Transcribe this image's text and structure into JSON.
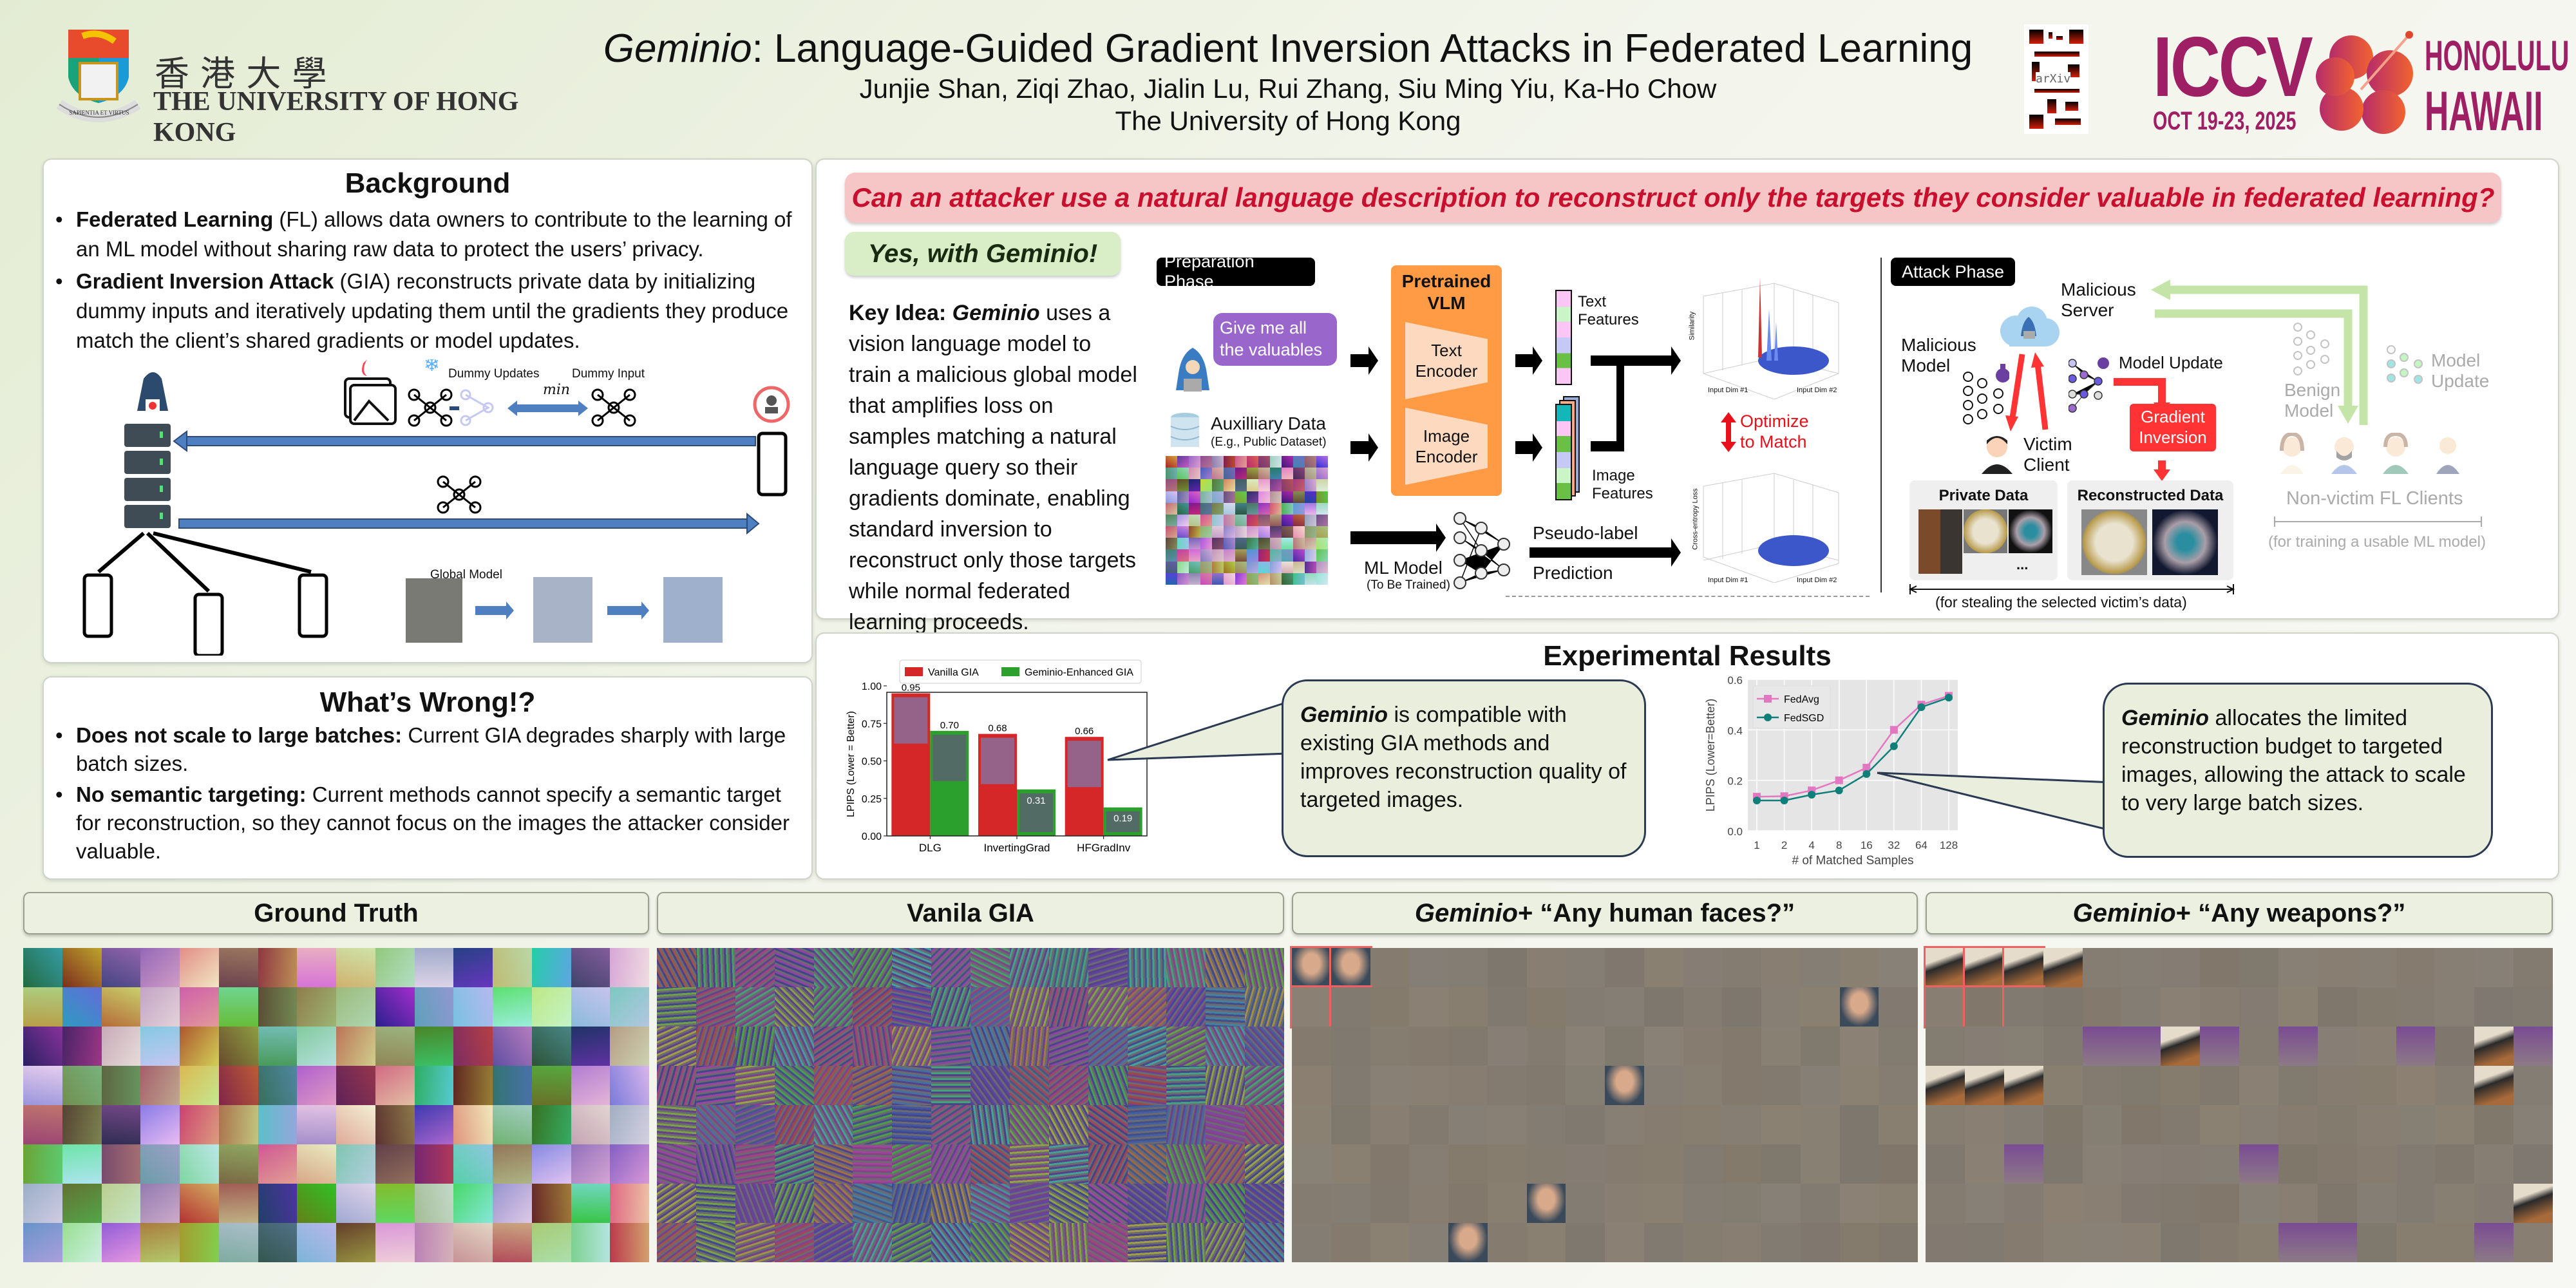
{
  "header": {
    "university_cn": "香 港 大 學",
    "university_en": "THE UNIVERSITY OF HONG KONG",
    "crest_motto": "SAPIENTIA ET VIRTUS",
    "title_italic": "Geminio",
    "title_rest": ": Language-Guided Gradient Inversion Attacks in Federated Learning",
    "authors": "Junjie Shan, Ziqi Zhao, Jialin Lu, Rui Zhang, Siu Ming Yiu, Ka-Ho Chow",
    "affiliation": "The University of Hong Kong",
    "qr_label": "arXiv",
    "conf_name": "ICCV",
    "conf_dates": "OCT 19-23, 2025",
    "conf_city": "HONOLULU",
    "conf_state": "HAWAII"
  },
  "background": {
    "title": "Background",
    "bullets": [
      {
        "bold": "Federated Learning",
        "text": " (FL) allows data owners to contribute to the learning of an ML model without sharing raw data to protect the users’ privacy."
      },
      {
        "bold": "Gradient Inversion Attack",
        "text": " (GIA) reconstructs private data by initializing dummy inputs and iteratively updating them until the gradients they produce match the client’s shared gradients or model updates."
      }
    ],
    "diagram": {
      "dummy_updates": "Dummy Updates",
      "dummy_input": "Dummy Input",
      "min": "min",
      "global_model": "Global Model"
    }
  },
  "wrong": {
    "title": "What’s Wrong!?",
    "bullets": [
      {
        "bold": "Does not scale to large batches:",
        "text": " Current GIA degrades sharply with large batch sizes."
      },
      {
        "bold": "No semantic targeting:",
        "text": " Current methods cannot specify a semantic target for reconstruction, so they cannot focus on the images the attacker consider valuable."
      }
    ]
  },
  "method": {
    "question": "Can an attacker use a natural language description to reconstruct only the targets they consider valuable in federated learning?",
    "answer": "Yes, with Geminio!",
    "key_idea_label": "Key Idea:",
    "key_idea_italic": "Geminio",
    "key_idea_text": " uses a vision language model to train a malicious global model that amplifies loss on samples matching a natural language query so their gradients dominate, enabling standard inversion to reconstruct only those targets while normal federated learning proceeds.",
    "prep": {
      "phase": "Preparation Phase",
      "query": "Give me all the valuables",
      "vlm": "Pretrained VLM",
      "text_encoder": "Text Encoder",
      "image_encoder": "Image Encoder",
      "text_features": "Text Features",
      "image_features": "Image Features",
      "aux_data": "Auxilliary Data",
      "aux_sub": "(E.g., Public Dataset)",
      "ml_model": "ML Model",
      "ml_sub": "(To Be Trained)",
      "pseudo_label": "Pseudo-label",
      "prediction": "Prediction",
      "optimize": "Optimize to Match",
      "sim_axis": "Similarity",
      "loss_axis": "Cross-entropy Loss",
      "dim1": "Input Dim #1",
      "dim2": "Input Dim #2"
    },
    "attack": {
      "phase": "Attack Phase",
      "server": "Malicious Server",
      "malicious_model": "Malicious Model",
      "model_update": "Model Update",
      "victim": "Victim Client",
      "gradient_inversion": "Gradient Inversion",
      "private_data": "Private Data",
      "reconstructed": "Reconstructed Data",
      "ellipsis": "...",
      "steal_caption": "(for stealing the selected victim’s data)",
      "benign_model": "Benign Model",
      "benign_update": "Model Update",
      "non_victim": "Non-victim FL Clients",
      "train_caption": "(for training a usable ML model)"
    }
  },
  "results": {
    "title": "Experimental Results",
    "callout1_italic": "Geminio",
    "callout1_text": " is compatible with existing GIA methods and improves reconstruction quality of targeted images.",
    "callout2_italic": "Geminio",
    "callout2_text": " allocates the limited reconstruction budget to targeted images, allowing the attack to scale to very large batch sizes."
  },
  "chart_data": [
    {
      "type": "bar",
      "title": "",
      "categories": [
        "DLG",
        "InvertingGrad",
        "HFGradInv"
      ],
      "series": [
        {
          "name": "Vanilla GIA",
          "color": "#d62728",
          "values": [
            0.95,
            0.68,
            0.66
          ],
          "labels": [
            "0.95",
            "0.68",
            "0.66"
          ]
        },
        {
          "name": "Geminio-Enhanced GIA",
          "color": "#2ca02c",
          "values": [
            0.7,
            0.31,
            0.19
          ],
          "labels": [
            "0.70",
            "0.31",
            "0.19"
          ]
        }
      ],
      "ylabel": "LPIPS (Lower = Better)",
      "ylim": [
        0,
        1.0
      ],
      "yticks": [
        "0.00",
        "0.25",
        "0.50",
        "0.75",
        "1.00"
      ],
      "legend": "top"
    },
    {
      "type": "line",
      "x": [
        "1",
        "2",
        "4",
        "8",
        "16",
        "32",
        "64",
        "128"
      ],
      "series": [
        {
          "name": "FedAvg",
          "color": "#e377c2",
          "marker": "square",
          "values": [
            0.135,
            0.137,
            0.16,
            0.2,
            0.25,
            0.4,
            0.5,
            0.535
          ]
        },
        {
          "name": "FedSGD",
          "color": "#0f7f7a",
          "marker": "circle",
          "values": [
            0.12,
            0.12,
            0.143,
            0.16,
            0.225,
            0.335,
            0.49,
            0.528
          ]
        }
      ],
      "xlabel": "# of Matched Samples",
      "ylabel": "LPIPS (Lower=Better)",
      "ylim": [
        0,
        0.6
      ],
      "yticks": [
        "0.0",
        "0.2",
        "0.4",
        "0.6"
      ],
      "grid": true,
      "legend": "top-left"
    }
  ],
  "gallery": {
    "headers": [
      {
        "italic": "",
        "text": "Ground Truth"
      },
      {
        "italic": "",
        "text": "Vanila GIA"
      },
      {
        "italic": "Geminio",
        "text": " + “Any human faces?”"
      },
      {
        "italic": "Geminio",
        "text": " + “Any weapons?”"
      }
    ]
  },
  "colors": {
    "accent_red": "#c8102e",
    "banner_pink": "#f6c6c6",
    "answer_green": "#d9eec6",
    "iccv_purple": "#9e1f63",
    "vlm_orange": "#ff9a45"
  }
}
